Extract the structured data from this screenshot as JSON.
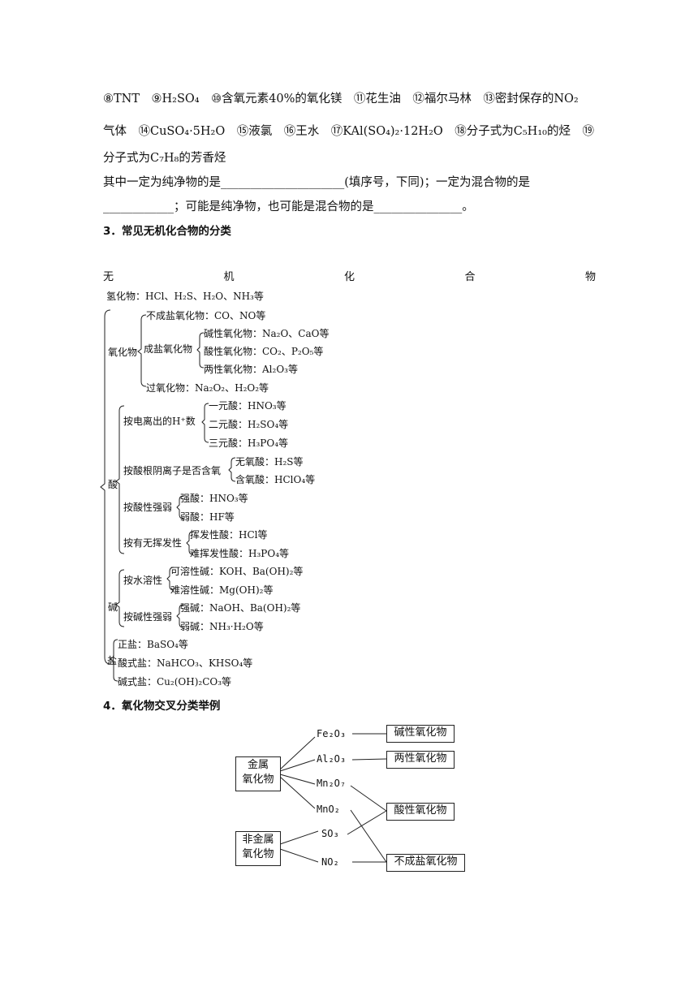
{
  "question": {
    "line1": "⑧TNT　⑨H₂SO₄　⑩含氧元素40%的氧化镁　⑪花生油　⑫福尔马林　⑬密封保存的NO₂",
    "line2": "气体　⑭CuSO₄·5H₂O　⑮液氯　⑯王水　⑰KAl(SO₄)₂·12H₂O　⑱分子式为C₅H₁₀的烃　⑲",
    "line3": "分子式为C₇H₈的芳香烃",
    "line4": "其中一定为纯净物的是_____________________(填序号，下同)；一定为混合物的是",
    "line5": "____________；可能是纯净物，也可能是混合物的是_______________。"
  },
  "section3": {
    "heading": "3．常见无机化合物的分类",
    "root_chars": [
      "无",
      "机",
      "化",
      "合",
      "物"
    ],
    "hydride": "氢化物：HCl、H₂S、H₂O、NH₃等",
    "oxide": {
      "label": "氧化物",
      "nonsalt": "不成盐氧化物：CO、NO等",
      "salt": {
        "label": "成盐氧化物",
        "basic": "碱性氧化物：Na₂O、CaO等",
        "acidic": "酸性氧化物：CO₂、P₂O₅等",
        "amphoteric": "两性氧化物：Al₂O₃等"
      },
      "peroxide": "过氧化物：Na₂O₂、H₂O₂等"
    },
    "acid": {
      "label": "酸",
      "by_h": {
        "label": "按电离出的H⁺数",
        "mono": "一元酸：HNO₃等",
        "di": "二元酸：H₂SO₄等",
        "tri": "三元酸：H₃PO₄等"
      },
      "by_oxygen": {
        "label": "按酸根阴离子是否含氧",
        "none": "无氧酸：H₂S等",
        "with": "含氧酸：HClO₄等"
      },
      "by_strength": {
        "label": "按酸性强弱",
        "strong": "强酸：HNO₃等",
        "weak": "弱酸：HF等"
      },
      "by_volatility": {
        "label": "按有无挥发性",
        "volatile": "挥发性酸：HCl等",
        "nonvolatile": "难挥发性酸：H₃PO₄等"
      }
    },
    "base": {
      "label": "碱",
      "by_solubility": {
        "label": "按水溶性",
        "soluble": "可溶性碱：KOH、Ba(OH)₂等",
        "insoluble": "难溶性碱：Mg(OH)₂等"
      },
      "by_strength": {
        "label": "按碱性强弱",
        "strong": "强碱：NaOH、Ba(OH)₂等",
        "weak": "弱碱：NH₃·H₂O等"
      }
    },
    "salt": {
      "label": "盐",
      "normal": "正盐：BaSO₄等",
      "acid": "酸式盐：NaHCO₃、KHSO₄等",
      "basic": "碱式盐：Cu₂(OH)₂CO₃等"
    }
  },
  "section4": {
    "heading": "4．氧化物交叉分类举例",
    "left_boxes": [
      {
        "line1": "金属",
        "line2": "氧化物"
      },
      {
        "line1": "非金属",
        "line2": "氧化物"
      }
    ],
    "formulas": [
      "Fe₂O₃",
      "Al₂O₃",
      "Mn₂O₇",
      "MnO₂",
      "SO₃",
      "NO₂"
    ],
    "right_boxes": [
      "碱性氧化物",
      "两性氧化物",
      "酸性氧化物",
      "不成盐氧化物"
    ]
  }
}
